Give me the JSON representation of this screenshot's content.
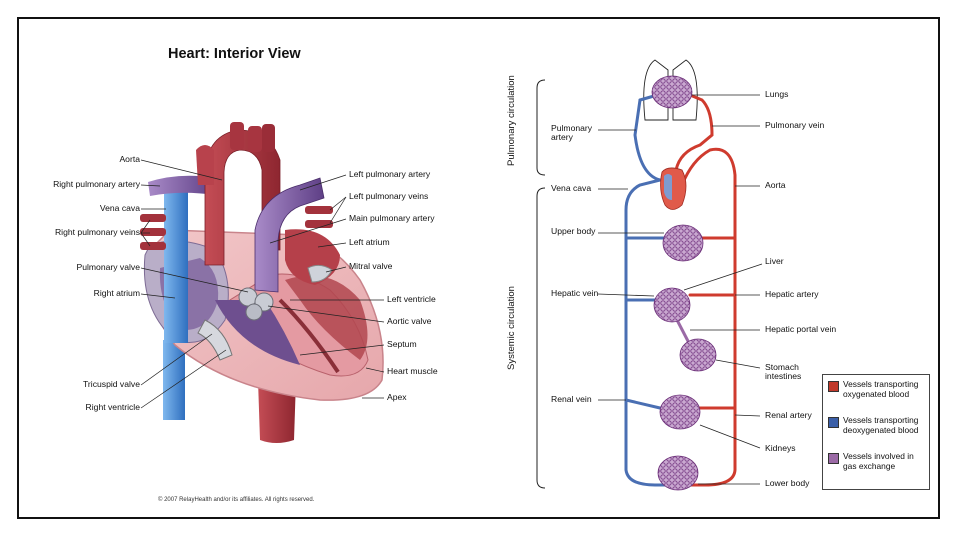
{
  "heart": {
    "title": "Heart: Interior View",
    "labels_left": {
      "aorta": "Aorta",
      "right_pulmonary_artery": "Right pulmonary artery",
      "vena_cava": "Vena cava",
      "right_pulmonary_veins": "Right pulmonary veins",
      "pulmonary_valve": "Pulmonary valve",
      "right_atrium": "Right atrium",
      "tricuspid_valve": "Tricuspid valve",
      "right_ventricle": "Right ventricle"
    },
    "labels_right": {
      "left_pulmonary_artery": "Left pulmonary artery",
      "left_pulmonary_veins": "Left pulmonary veins",
      "main_pulmonary_artery": "Main pulmonary artery",
      "left_atrium": "Left atrium",
      "mitral_valve": "Mitral valve",
      "left_ventricle": "Left ventricle",
      "aortic_valve": "Aortic valve",
      "septum": "Septum",
      "heart_muscle": "Heart muscle",
      "apex": "Apex"
    },
    "copyright": "© 2007 RelayHealth and/or its affiliates. All rights reserved."
  },
  "circulation": {
    "section_pulmonary": "Pulmonary circulation",
    "section_systemic": "Systemic circulation",
    "labels_left": {
      "pulmonary_artery": "Pulmonary artery",
      "vena_cava": "Vena cava",
      "upper_body": "Upper body",
      "hepatic_vein": "Hepatic vein",
      "renal_vein": "Renal vein"
    },
    "labels_right": {
      "lungs": "Lungs",
      "pulmonary_vein": "Pulmonary vein",
      "aorta": "Aorta",
      "liver": "Liver",
      "hepatic_artery": "Hepatic artery",
      "hepatic_portal_vein": "Hepatic portal vein",
      "stomach_intestines": "Stomach intestines",
      "renal_artery": "Renal artery",
      "kidneys": "Kidneys",
      "lower_body": "Lower body"
    },
    "legend": [
      {
        "label": "Vessels transporting oxygenated blood",
        "color": "#c0392b"
      },
      {
        "label": "Vessels transporting deoxygenated blood",
        "color": "#3b5fa8"
      },
      {
        "label": "Vessels involved in gas exchange",
        "color": "#9b6aa6"
      }
    ]
  },
  "colors": {
    "oxygenated": "#cf3b2e",
    "deoxygenated": "#4a6fb3",
    "exchange": "#9b6aa6",
    "heart_muscle": "#b5404a",
    "vein_blue": "#4b8fd6",
    "pulmonary_purple": "#7c5aa0"
  }
}
